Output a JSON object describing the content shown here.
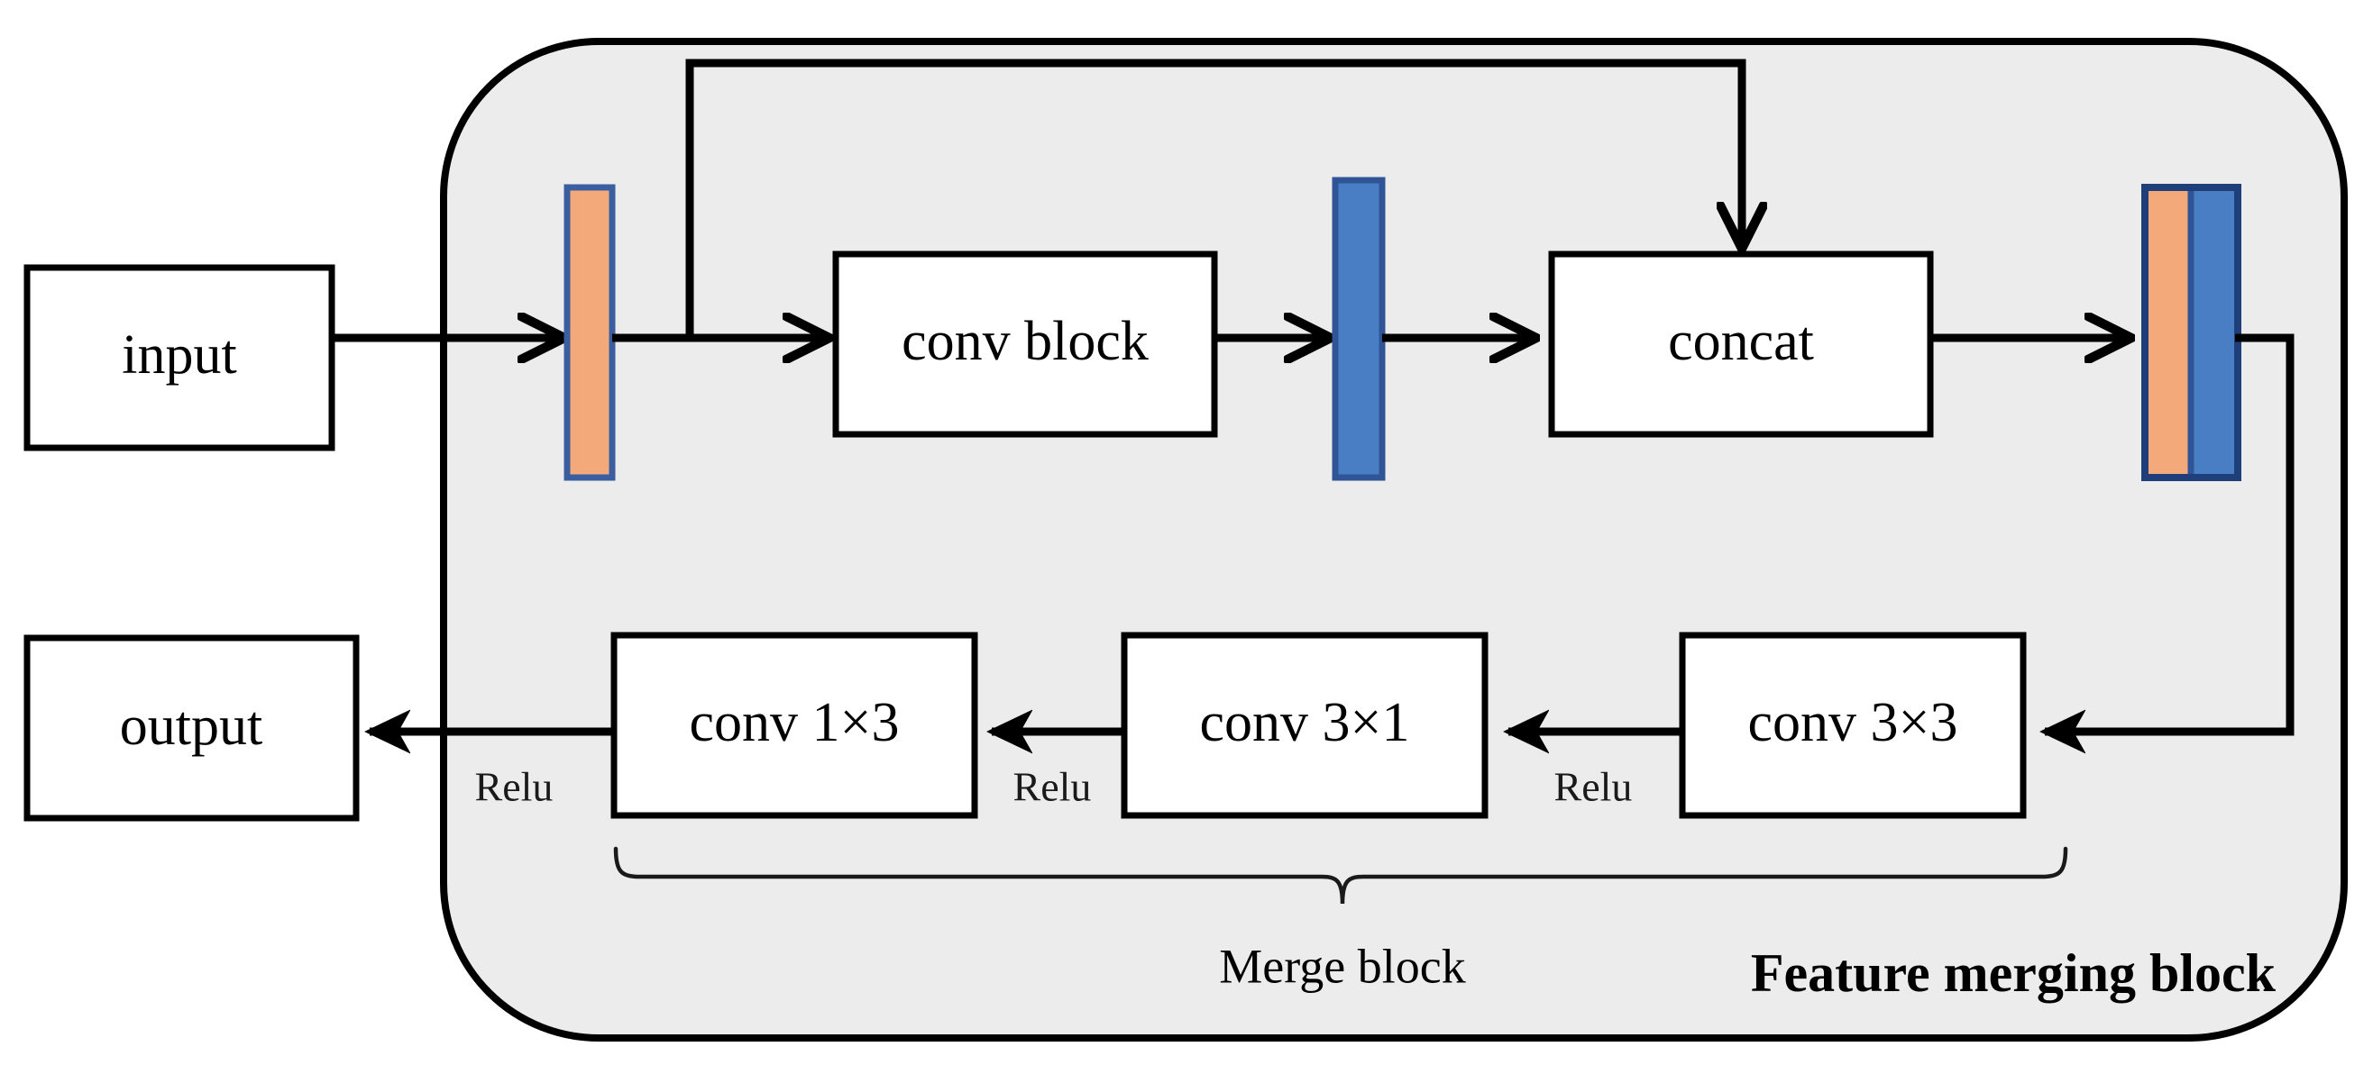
{
  "diagram": {
    "title": "Feature merging block",
    "background_color": "#ffffff",
    "panel_color": "#ececec",
    "accent_orange": "#f4a97b",
    "accent_blue": "#4a7ec4",
    "outline_color": "#000000",
    "nodes": {
      "input": "input",
      "output": "output",
      "conv_block": "conv block",
      "concat": "concat",
      "conv_1x3": "conv 1×3",
      "conv_3x1": "conv 3×1",
      "conv_3x3": "conv 3×3"
    },
    "edge_labels": {
      "relu_1": "Relu",
      "relu_2": "Relu",
      "relu_3": "Relu"
    },
    "group_labels": {
      "merge_block": "Merge block",
      "feature_merging_block": "Feature merging block"
    },
    "feature_maps": {
      "map_orange": "orange-feature-map",
      "map_blue": "blue-feature-map",
      "map_concat_orange": "concat-orange-feature-map",
      "map_concat_blue": "concat-blue-feature-map"
    }
  }
}
